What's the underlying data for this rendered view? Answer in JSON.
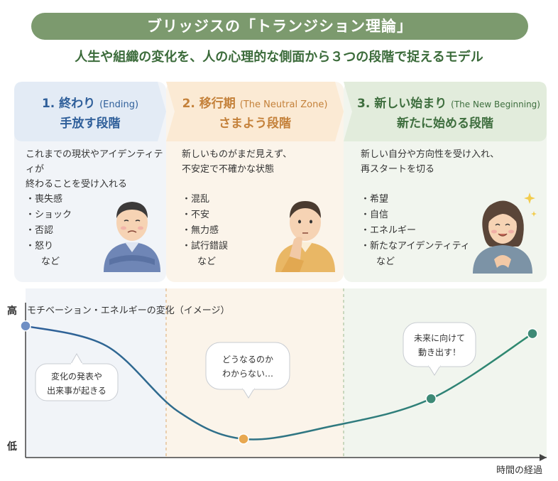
{
  "header": {
    "title": "ブリッジスの「トランジション理論」",
    "subtitle": "人生や組織の変化を、人の心理的な側面から３つの段階で捉えるモデル"
  },
  "colors": {
    "title_bg": "#7c9a6e",
    "ending": "#2f5f9a",
    "neutral": "#c4813a",
    "beginning": "#3e6e3e",
    "curve": "#2f5f8a"
  },
  "phases": [
    {
      "number_title": "1. 終わり",
      "english": "(Ending)",
      "subtitle": "手放す段階",
      "description": [
        "これまでの現状やアイデンティティが",
        "終わることを受け入れる"
      ],
      "feelings": [
        "・喪失感",
        "・ショック",
        "・否認",
        "・怒り"
      ],
      "etc": "など",
      "person_icon": "sad-man-arms-crossed-icon"
    },
    {
      "number_title": "2. 移行期",
      "english": "(The Neutral Zone)",
      "subtitle": "さまよう段階",
      "description": [
        "新しいものがまだ見えず、",
        "不安定で不確かな状態"
      ],
      "feelings": [
        "・混乱",
        "・不安",
        "・無力感",
        "・試行錯誤"
      ],
      "etc": "など",
      "person_icon": "thinking-man-icon"
    },
    {
      "number_title": "3. 新しい始まり",
      "english": "(The New Beginning)",
      "subtitle": "新たに始める段階",
      "description": [
        "新しい自分や方向性を受け入れ、",
        "再スタートを切る"
      ],
      "feelings": [
        "・希望",
        "・自信",
        "・エネルギー",
        "・新たなアイデンティティ"
      ],
      "etc": "など",
      "person_icon": "hopeful-woman-icon"
    }
  ],
  "chart": {
    "title": "モチベーション・エネルギーの変化（イメージ）",
    "y_high": "高",
    "y_low": "低",
    "x_label": "時間の経過",
    "bubbles": [
      {
        "lines": [
          "変化の発表や",
          "出来事が起きる"
        ]
      },
      {
        "lines": [
          "どうなるのか",
          "わからない…"
        ]
      },
      {
        "lines": [
          "未来に向けて",
          "動き出す！"
        ]
      }
    ]
  },
  "chart_data": {
    "type": "line",
    "title": "モチベーション・エネルギーの変化（イメージ）",
    "xlabel": "時間の経過",
    "ylabel": "",
    "y_tick_labels": [
      "低",
      "高"
    ],
    "series": [
      {
        "points": [
          [
            0,
            0.85
          ],
          [
            0.16,
            0.72
          ],
          [
            0.3,
            0.3
          ],
          [
            0.43,
            0.12
          ],
          [
            0.6,
            0.2
          ],
          [
            0.8,
            0.38
          ],
          [
            1.0,
            0.8
          ]
        ]
      }
    ],
    "markers": [
      [
        0,
        0.85
      ],
      [
        0.43,
        0.12
      ],
      [
        0.8,
        0.38
      ],
      [
        1.0,
        0.8
      ]
    ],
    "xlim": [
      0,
      1
    ],
    "ylim": [
      0,
      1
    ]
  }
}
